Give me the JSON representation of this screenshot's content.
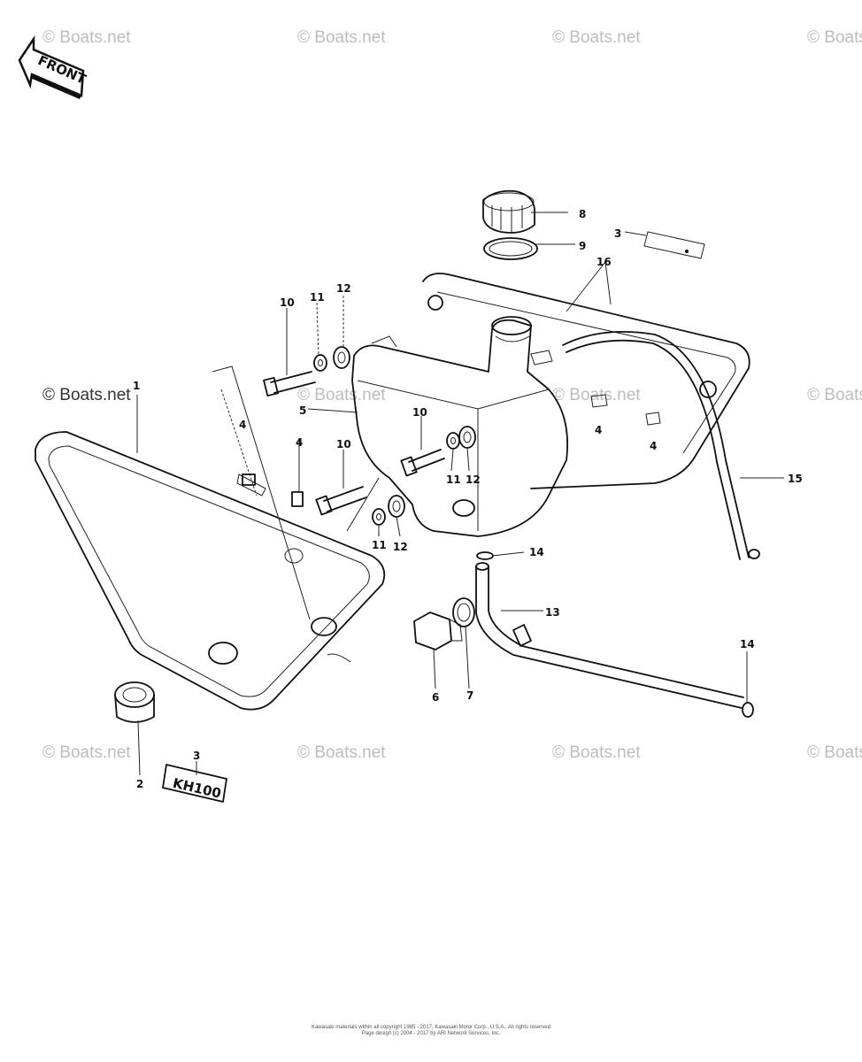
{
  "watermark": "© Boats.net",
  "front_label": "FRONT",
  "callouts": {
    "side_cover": "1",
    "grommet": "2",
    "emblem_right": "3",
    "emblem_left": "3",
    "emblem_text": "KH100",
    "clip_a": "4",
    "clip_b": "4",
    "clip_c": "4",
    "clip_d": "4",
    "tank": "5",
    "plug": "6",
    "plug_gasket": "7",
    "cap": "8",
    "cap_gasket": "9",
    "bolt_top": "10",
    "bolt_mid": "10",
    "bolt_low": "10",
    "washer_top": "11",
    "washer_mid": "11",
    "washer_low": "11",
    "grommet_top": "12",
    "grommet_mid": "12",
    "grommet_low": "12",
    "hose_short": "13",
    "clamp_a": "14",
    "clamp_b": "14",
    "hose_long": "15",
    "cover_right": "16"
  },
  "footer": {
    "line1": "Kawasaki materials within all copyright 1985 - 2017, Kawasaki Motor Corp., U.S.A.. All rights reserved",
    "line2": "Page design (c) 2004 - 2017 by ARI Network Services, Inc."
  }
}
